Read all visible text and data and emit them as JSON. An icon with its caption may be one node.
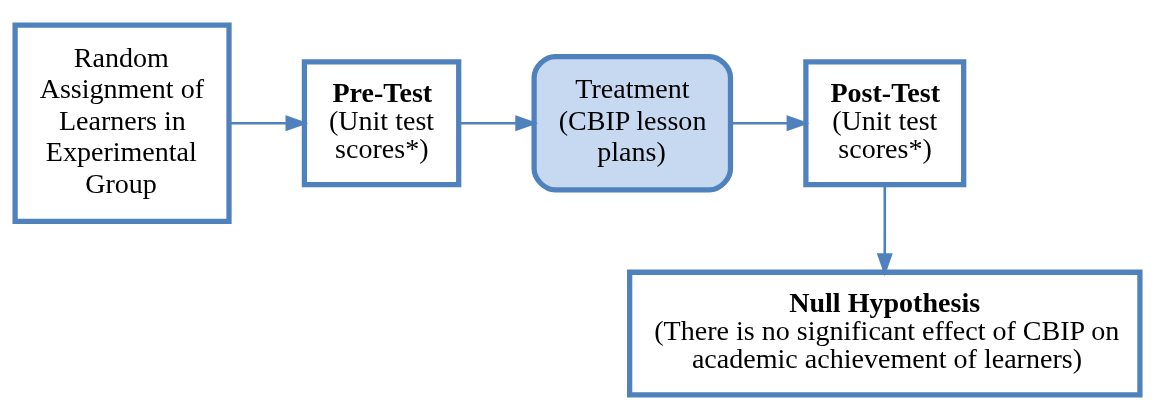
{
  "diagram": {
    "nodes": [
      {
        "text": [
          "Random Assignment of Learners in Experimental Group"
        ]
      },
      {
        "text": [
          "Pre-Test",
          "(Unit test scores*)"
        ]
      },
      {
        "text": [
          "Treatment (CBIP lesson plans)"
        ]
      },
      {
        "text": [
          "Post-Test",
          "(Unit test scores*)"
        ]
      },
      {
        "text": [
          "Null Hypothesis",
          "(There is no significant effect of CBIP on academic achievement of learners)"
        ]
      }
    ],
    "edges": [
      {
        "from": 0,
        "to": 1,
        "arrow": "to"
      },
      {
        "from": 1,
        "to": 2,
        "arrow": "to"
      },
      {
        "from": 2,
        "to": 3,
        "arrow": "to"
      },
      {
        "from": 3,
        "to": 4,
        "arrow": "to"
      }
    ]
  }
}
